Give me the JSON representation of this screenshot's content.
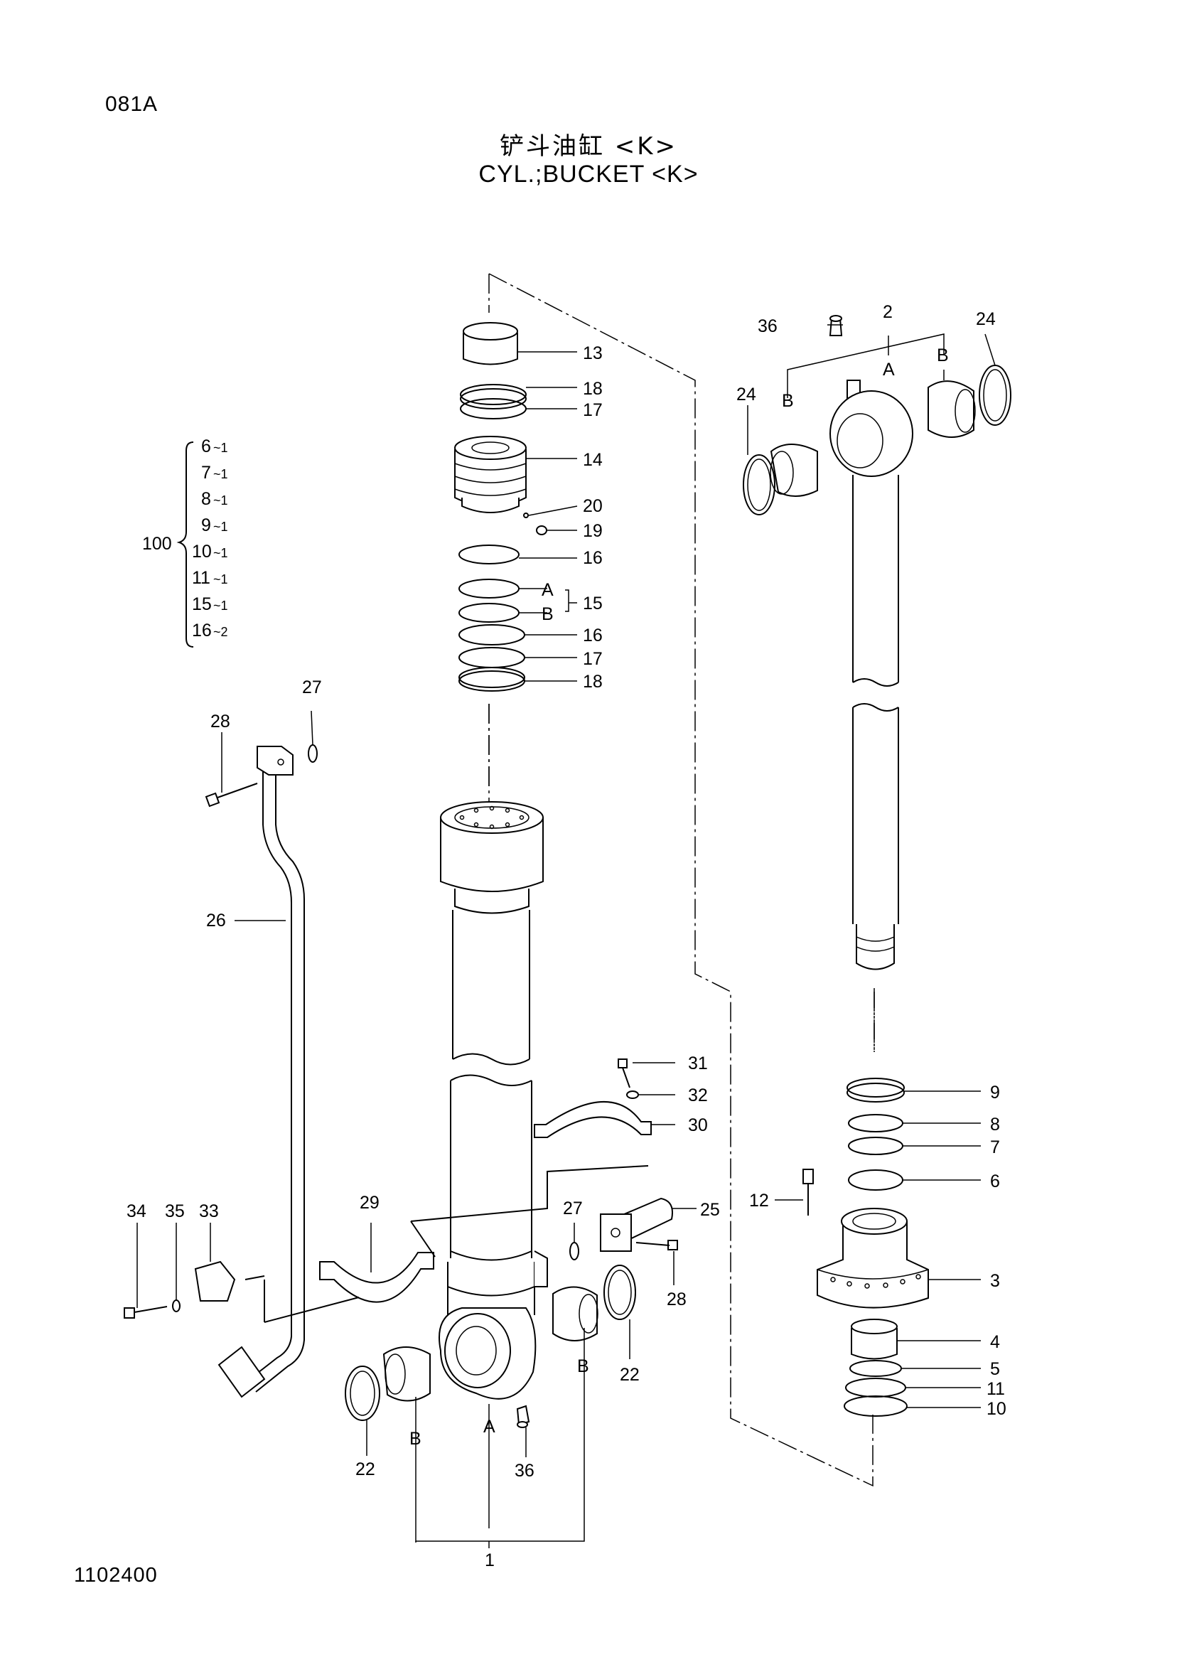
{
  "page_code": "081A",
  "title_cn": "铲斗油缸 <K>",
  "title_en": "CYL.;BUCKET  <K>",
  "doc_number": "1102400",
  "kit": {
    "number": "100",
    "items": [
      {
        "part": "6",
        "qty": "~1"
      },
      {
        "part": "7",
        "qty": "~1"
      },
      {
        "part": "8",
        "qty": "~1"
      },
      {
        "part": "9",
        "qty": "~1"
      },
      {
        "part": "10",
        "qty": "~1"
      },
      {
        "part": "11",
        "qty": "~1"
      },
      {
        "part": "15",
        "qty": "~1"
      },
      {
        "part": "16",
        "qty": "~2"
      }
    ]
  },
  "callouts": {
    "p13": "13",
    "p18a": "18",
    "p17a": "17",
    "p14": "14",
    "p20": "20",
    "p19": "19",
    "p16a": "16",
    "p15": "15",
    "p15A": "A",
    "p15B": "B",
    "p16b": "16",
    "p17b": "17",
    "p18b": "18",
    "p36top": "36",
    "p2": "2",
    "p24r": "24",
    "p24l": "24",
    "p2A": "A",
    "p2Bl": "B",
    "p2Br": "B",
    "p27top": "27",
    "p28top": "28",
    "p26": "26",
    "p31": "31",
    "p32": "32",
    "p30": "30",
    "p9": "9",
    "p8": "8",
    "p7": "7",
    "p6": "6",
    "p12": "12",
    "p3": "3",
    "p4": "4",
    "p5": "5",
    "p11": "11",
    "p10": "10",
    "p34": "34",
    "p35": "35",
    "p33": "33",
    "p29": "29",
    "p27mid": "27",
    "p25": "25",
    "p28mid": "28",
    "p22r": "22",
    "p22l": "22",
    "p1Bl": "B",
    "p1Br": "B",
    "p1A": "A",
    "p36bot": "36",
    "p1": "1"
  }
}
